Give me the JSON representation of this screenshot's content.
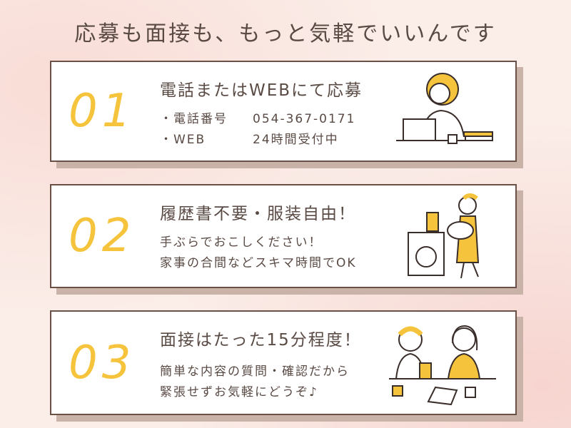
{
  "title": "応募も面接も、もっと気軽でいいんです",
  "steps": [
    {
      "number": "01",
      "heading": "電話またはWEBにて応募",
      "rows": [
        {
          "label": "・電話番号",
          "value": "054-367-0171"
        },
        {
          "label": "・WEB",
          "value": "24時間受付中"
        }
      ]
    },
    {
      "number": "02",
      "heading": "履歴書不要・服装自由！",
      "lines": [
        "手ぶらでおこしください！",
        "家事の合間などスキマ時間でOK"
      ]
    },
    {
      "number": "03",
      "heading": "面接はたった15分程度！",
      "lines": [
        "簡単な内容の質問・確認だから",
        "緊張せずお気軽にどうぞ♪"
      ]
    }
  ],
  "colors": {
    "accent": "#f5c43c",
    "border": "#6b5048",
    "highlight": "#f8dc78"
  }
}
